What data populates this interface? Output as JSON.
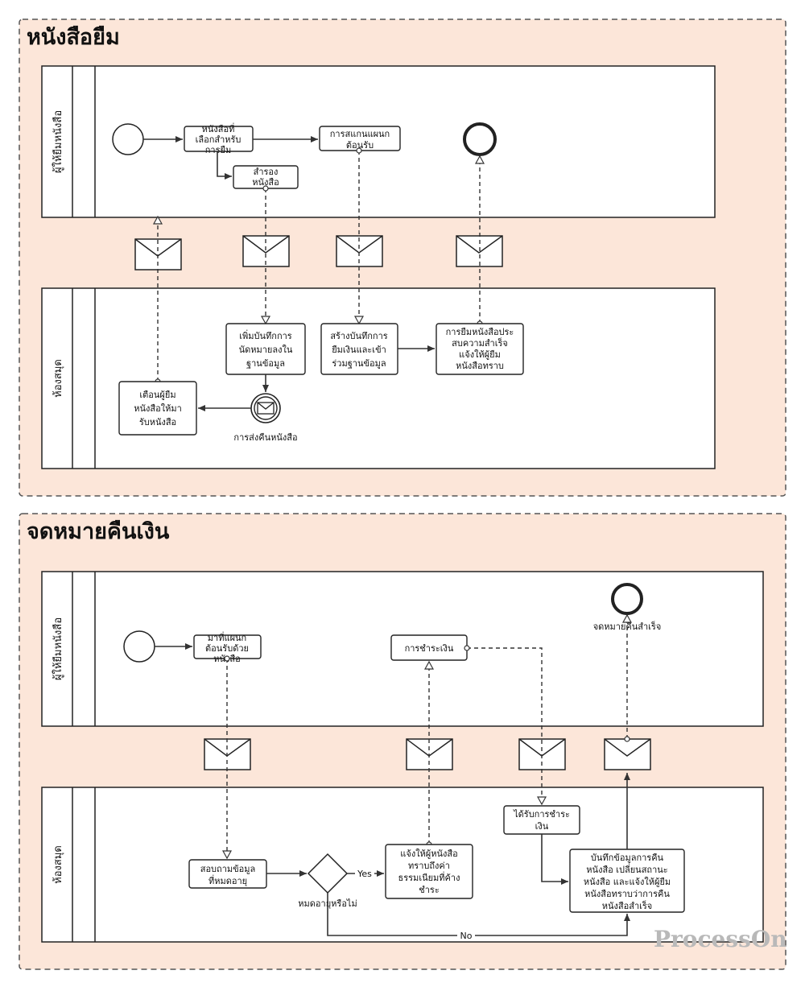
{
  "pool1": {
    "title": "หนังสือยืม",
    "lane_top": "ผู้ให้ยืมหนังสือ",
    "lane_bottom": "ห้องสมุด",
    "tasks": {
      "select_l1": "หนังสือที่",
      "select_l2": "เลือกสำหรับ",
      "select_l3": "การยืม",
      "reserve_l1": "สำรอง",
      "reserve_l2": "หนังสือ",
      "scan_l1": "การสแกนแผนก",
      "scan_l2": "ต้อนรับ",
      "add_l1": "เพิ่มบันทึกการ",
      "add_l2": "นัดหมายลงใน",
      "add_l3": "ฐานข้อมูล",
      "create_l1": "สร้างบันทึกการ",
      "create_l2": "ยืมเงินและเข้า",
      "create_l3": "ร่วมฐานข้อมูล",
      "success_l1": "การยืมหนังสือประ",
      "success_l2": "สบความสำเร็จ",
      "success_l3": "แจ้งให้ผู้ยืม",
      "success_l4": "หนังสือทราบ",
      "remind_l1": "เตือนผู้ยืม",
      "remind_l2": "หนังสือให้มา",
      "remind_l3": "รับหนังสือ",
      "return_event": "การส่งคืนหนังสือ"
    }
  },
  "pool2": {
    "title": "จดหมายคืนเงิน",
    "lane_top": "ผู้ให้ยืมหนังสือ",
    "lane_bottom": "ห้องสมุด",
    "tasks": {
      "arrive_l1": "มาที่แผนก",
      "arrive_l2": "ต้อนรับด้วย",
      "arrive_l3": "หนังสือ",
      "pay": "การชำระเงิน",
      "end_label": "จดหมายคืนสำเร็จ",
      "ask_l1": "สอบถามข้อมูล",
      "ask_l2": "ที่หมดอายุ",
      "gateway_label": "หมดอายุหรือไม่",
      "yes": "Yes",
      "no": "No",
      "notify_l1": "แจ้งให้ผู้หนังสือ",
      "notify_l2": "ทราบถึงค่า",
      "notify_l3": "ธรรมเนียมที่ค้าง",
      "notify_l4": "ชำระ",
      "received_l1": "ได้รับการชำระ",
      "received_l2": "เงิน",
      "record_l1": "บันทึกข้อมูลการคืน",
      "record_l2": "หนังสือ เปลี่ยนสถานะ",
      "record_l3": "หนังสือ และแจ้งให้ผู้ยืม",
      "record_l4": "หนังสือทราบว่าการคืน",
      "record_l5": "หนังสือสำเร็จ"
    }
  },
  "watermark": "ProcessOn"
}
